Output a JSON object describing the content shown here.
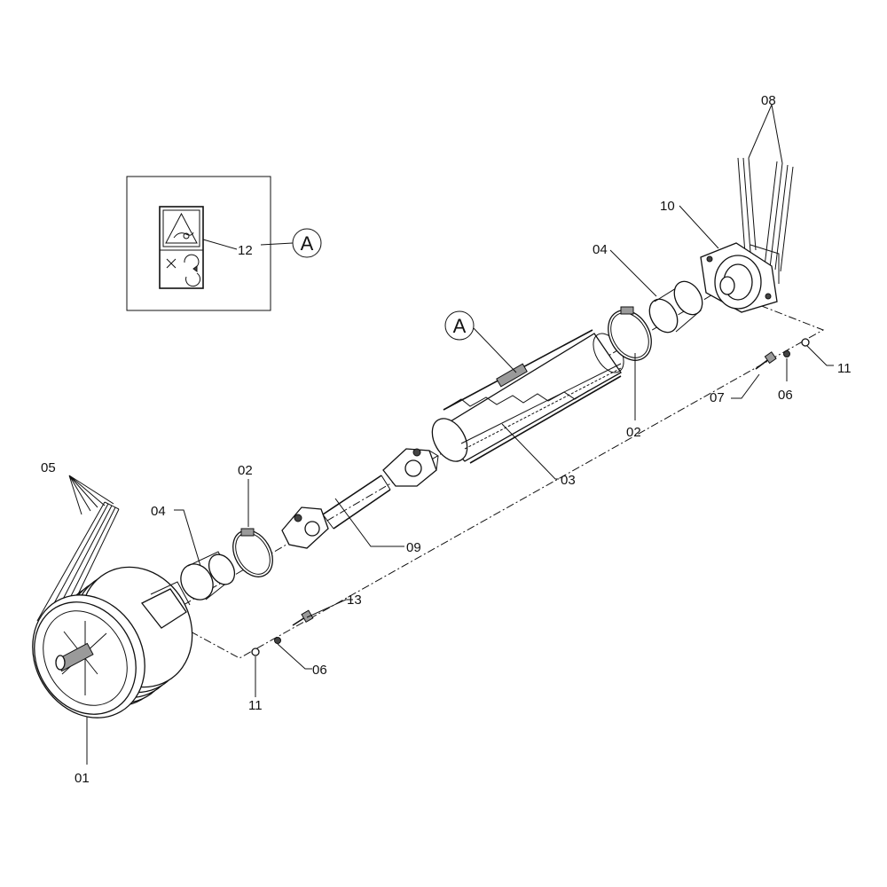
{
  "callouts": {
    "c01": "01",
    "c02a": "02",
    "c02b": "02",
    "c03": "03",
    "c04a": "04",
    "c04b": "04",
    "c05": "05",
    "c06a": "06",
    "c06b": "06",
    "c07": "07",
    "c08": "08",
    "c09": "09",
    "c10": "10",
    "c11a": "11",
    "c11b": "11",
    "c12": "12",
    "c13": "13"
  },
  "detail_marker": {
    "inset": "A",
    "shaft": "A"
  },
  "icon_names": [
    "hand-entanglement-warning-icon",
    "rotating-part-prohibition-icon"
  ]
}
